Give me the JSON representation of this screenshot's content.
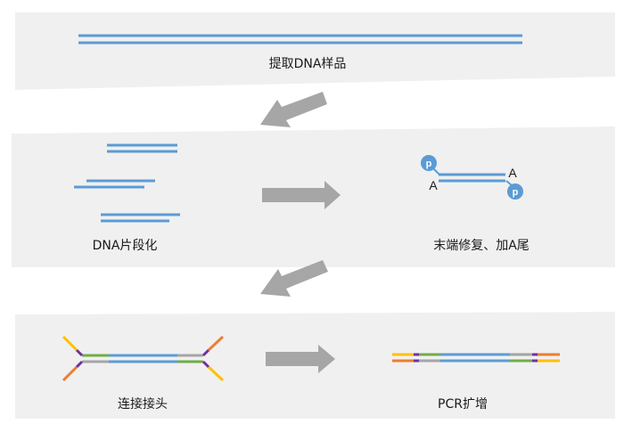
{
  "steps": {
    "extract": "提取DNA样品",
    "fragment": "DNA片段化",
    "end_repair": "末端修复、加A尾",
    "ligate": "连接接头",
    "pcr": "PCR扩增"
  },
  "end_repair_marks": {
    "phosphate": "p",
    "a_tail": "A"
  },
  "colors": {
    "panel": "#f0f0f0",
    "dna_strand": "#5b9bd5",
    "arrow": "#a6a6a6",
    "adapter_yellow": "#ffc000",
    "adapter_orange": "#ed7d31",
    "adapter_purple": "#7030a0",
    "adapter_green": "#70ad47",
    "adapter_gray": "#a5a5a5"
  }
}
